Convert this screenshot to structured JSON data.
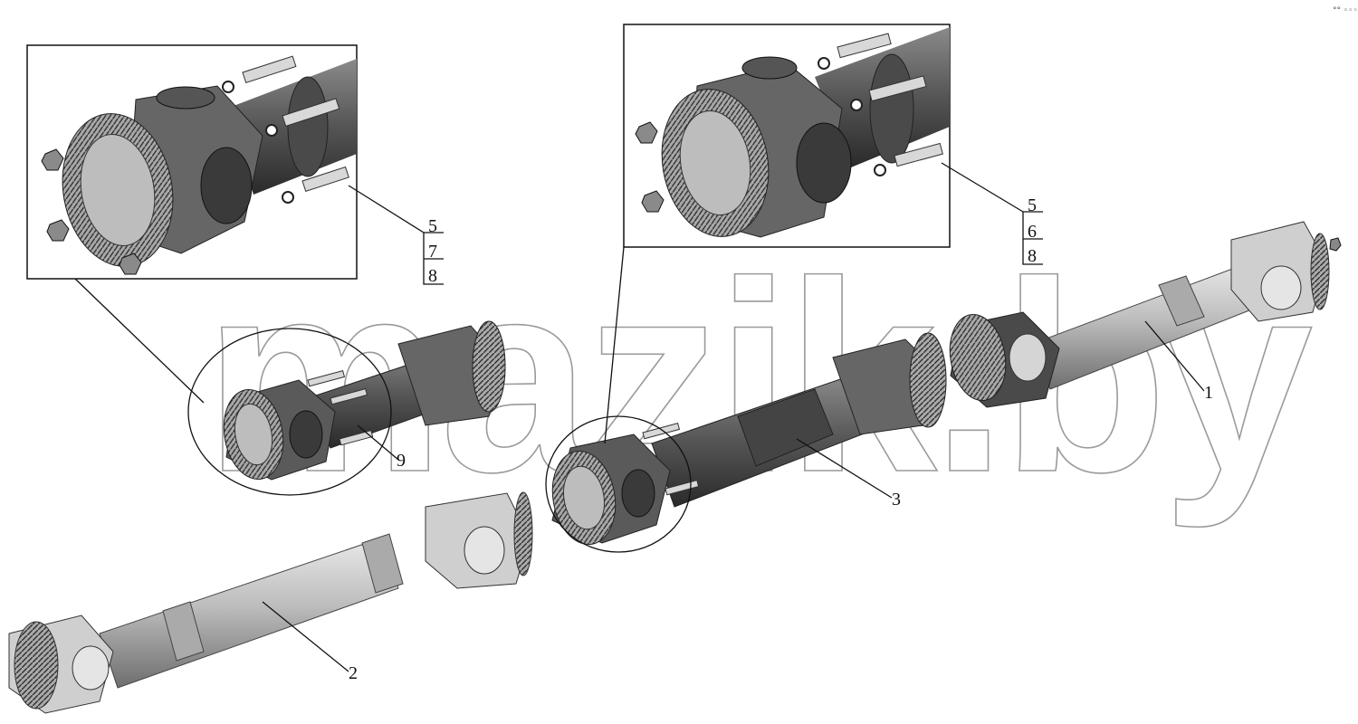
{
  "diagram": {
    "watermark": "mazik.by",
    "corner_mark": "°° ◦◦◦",
    "callouts": {
      "part1": "1",
      "part2": "2",
      "part3": "3",
      "part9": "9"
    },
    "detail_left_stack": [
      "5",
      "7",
      "8"
    ],
    "detail_right_stack": [
      "5",
      "6",
      "8"
    ]
  }
}
